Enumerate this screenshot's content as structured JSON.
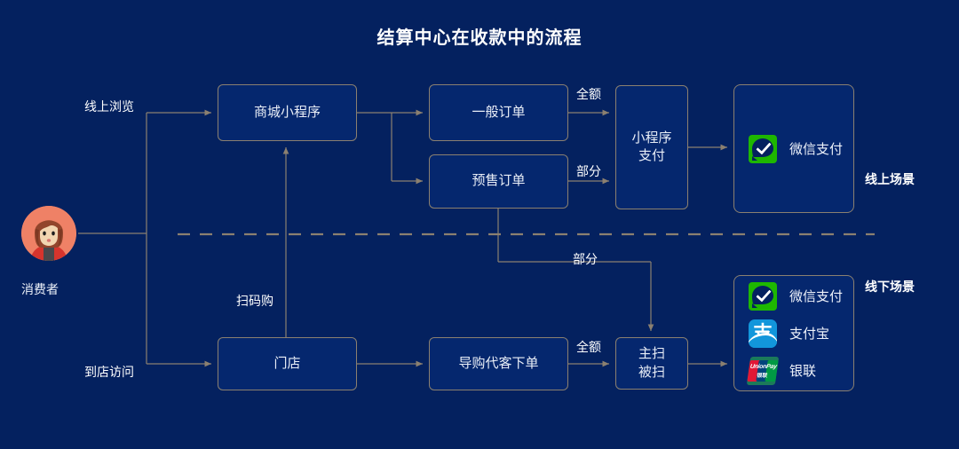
{
  "title": "结算中心在收款中的流程",
  "background_color": "#04215f",
  "node_border_color": "#8b8070",
  "actor": {
    "name": "avatar-consumer",
    "label": "消费者"
  },
  "entry_labels": [
    {
      "name": "online-browse",
      "text": "线上浏览"
    },
    {
      "name": "visit-store",
      "text": "到店访问"
    },
    {
      "name": "scan-to-buy",
      "text": "扫码购"
    }
  ],
  "nodes": [
    {
      "name": "mall-mini-program",
      "text": "商城小程序"
    },
    {
      "name": "general-order",
      "text": "一般订单"
    },
    {
      "name": "presale-order",
      "text": "预售订单"
    },
    {
      "name": "mini-program-pay",
      "text": "小程序\n支付"
    },
    {
      "name": "store",
      "text": "门店"
    },
    {
      "name": "guide-order-for-customer",
      "text": "导购代客下单"
    },
    {
      "name": "active-passive-scan",
      "text": "主扫\n被扫"
    }
  ],
  "edge_labels": [
    {
      "name": "full-amount-online",
      "text": "全额"
    },
    {
      "name": "partial-online",
      "text": "部分"
    },
    {
      "name": "partial-offline",
      "text": "部分"
    },
    {
      "name": "full-amount-offline",
      "text": "全额"
    }
  ],
  "scenes": [
    {
      "name": "online-scene",
      "text": "线上场景"
    },
    {
      "name": "offline-scene",
      "text": "线下场景"
    }
  ],
  "online_payments": [
    {
      "name": "wechat-pay",
      "icon": "wechat-pay-icon",
      "label": "微信支付",
      "color": "#1eb700"
    }
  ],
  "offline_payments": [
    {
      "name": "wechat-pay",
      "icon": "wechat-pay-icon",
      "label": "微信支付",
      "color": "#1eb700"
    },
    {
      "name": "alipay",
      "icon": "alipay-icon",
      "label": "支付宝",
      "color": "#1296db"
    },
    {
      "name": "unionpay",
      "icon": "unionpay-icon",
      "label": "银联",
      "color": "#e21836"
    }
  ],
  "unionpay_icon_text": {
    "main": "UnionPay",
    "sub": "银联"
  },
  "alipay_icon_text": {
    "glyph": "支"
  }
}
